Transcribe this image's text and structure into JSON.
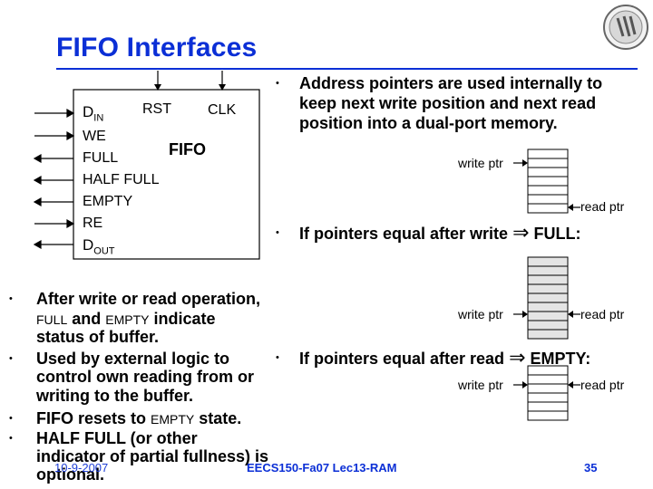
{
  "slide": {
    "title": "FIFO Interfaces",
    "accent_color": "#0b2fd6"
  },
  "fifo_block": {
    "din_main": "D",
    "din_sub": "IN",
    "rst": "RST",
    "clk": "CLK",
    "name": "FIFO",
    "we": "WE",
    "full": "FULL",
    "half_full": "HALF FULL",
    "empty": "EMPTY",
    "re": "RE",
    "dout_main": "D",
    "dout_sub": "OUT"
  },
  "right_bullets": {
    "address_pointers": [
      "Address pointers are used internally to",
      "keep next write position and next read",
      "position into a dual-port memory."
    ],
    "full_case": "If pointers equal after write",
    "full_word": "FULL:",
    "empty_case": "If pointers equal after read",
    "empty_word": "EMPTY:"
  },
  "pointers": {
    "write_ptr": "write ptr",
    "read_ptr": "read ptr"
  },
  "left_bullets": {
    "b1_line1": "After write or read operation,",
    "b1_full": "FULL",
    "b1_and": " and ",
    "b1_empty": "EMPTY",
    "b1_rest": " indicate",
    "b1_line3": "status of buffer.",
    "b2_line1": "Used by external logic to",
    "b2_line2": "control own reading from or",
    "b2_line3": "writing to the buffer.",
    "b3_pre": "FIFO resets to ",
    "b3_empty": "EMPTY",
    "b3_post": " state.",
    "b4_line1": "HALF FULL (or other",
    "b4_line2": "indicator of partial fullness) is",
    "b4_line3": "optional."
  },
  "footer": {
    "date": "10-9-2007",
    "course": "EECS150-Fa07 Lec13-RAM",
    "page": "35"
  },
  "icons": [
    "logo-seal-icon",
    "implies-arrow-icon",
    "bullet-dot-icon"
  ]
}
